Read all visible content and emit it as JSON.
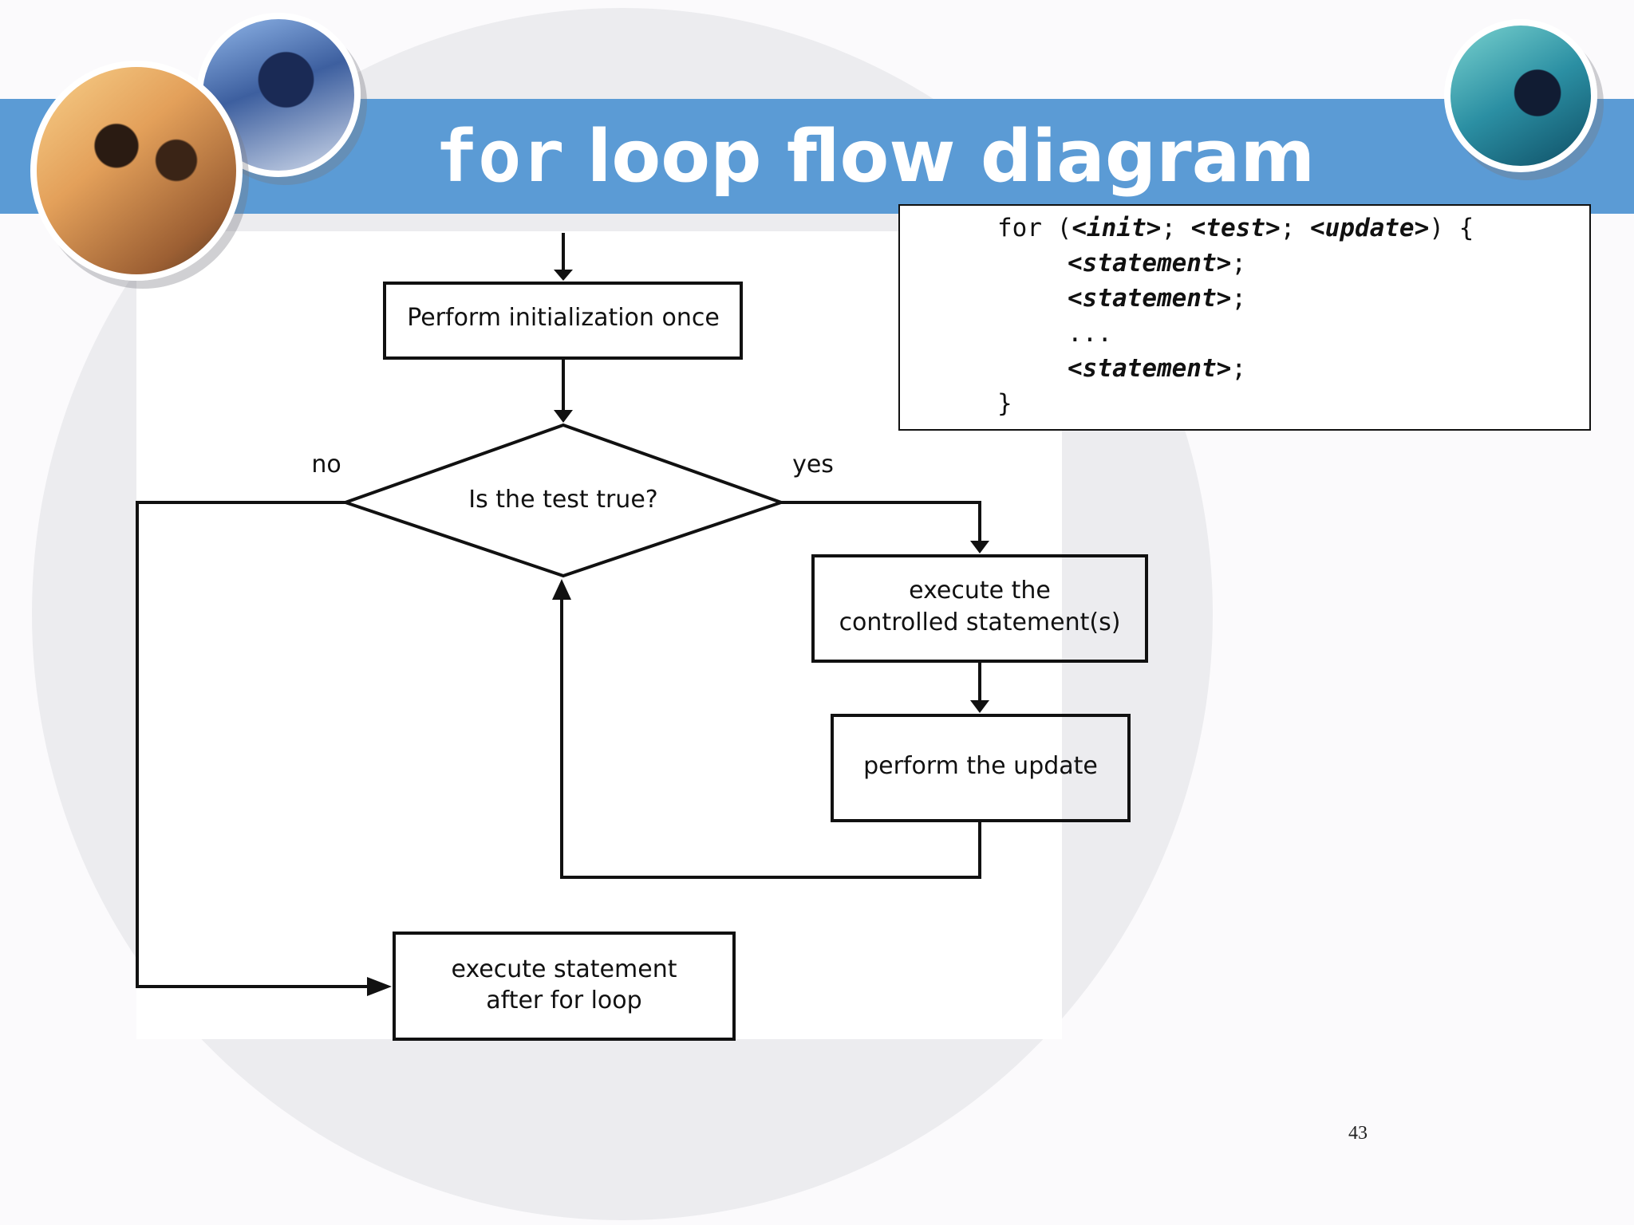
{
  "slide": {
    "title_code": "for",
    "title_text": "loop flow diagram",
    "page_number": "43"
  },
  "code": {
    "line1_prefix": "for (",
    "init": "<init>",
    "sep1": "; ",
    "test": "<test>",
    "sep2": "; ",
    "update": "<update>",
    "line1_suffix": ") {",
    "statement": "<statement>",
    "semicolon": ";",
    "ellipsis": "...",
    "close": "}"
  },
  "flowchart": {
    "init_box": "Perform initialization once",
    "decision": "Is the test true?",
    "no_label": "no",
    "yes_label": "yes",
    "body_line1": "execute the",
    "body_line2": "controlled statement(s)",
    "update_box": "perform the update",
    "after_line1": "execute statement",
    "after_line2": "after for loop"
  },
  "colors": {
    "banner": "#5b9bd5",
    "title_text": "#ffffff",
    "line": "#111111"
  }
}
